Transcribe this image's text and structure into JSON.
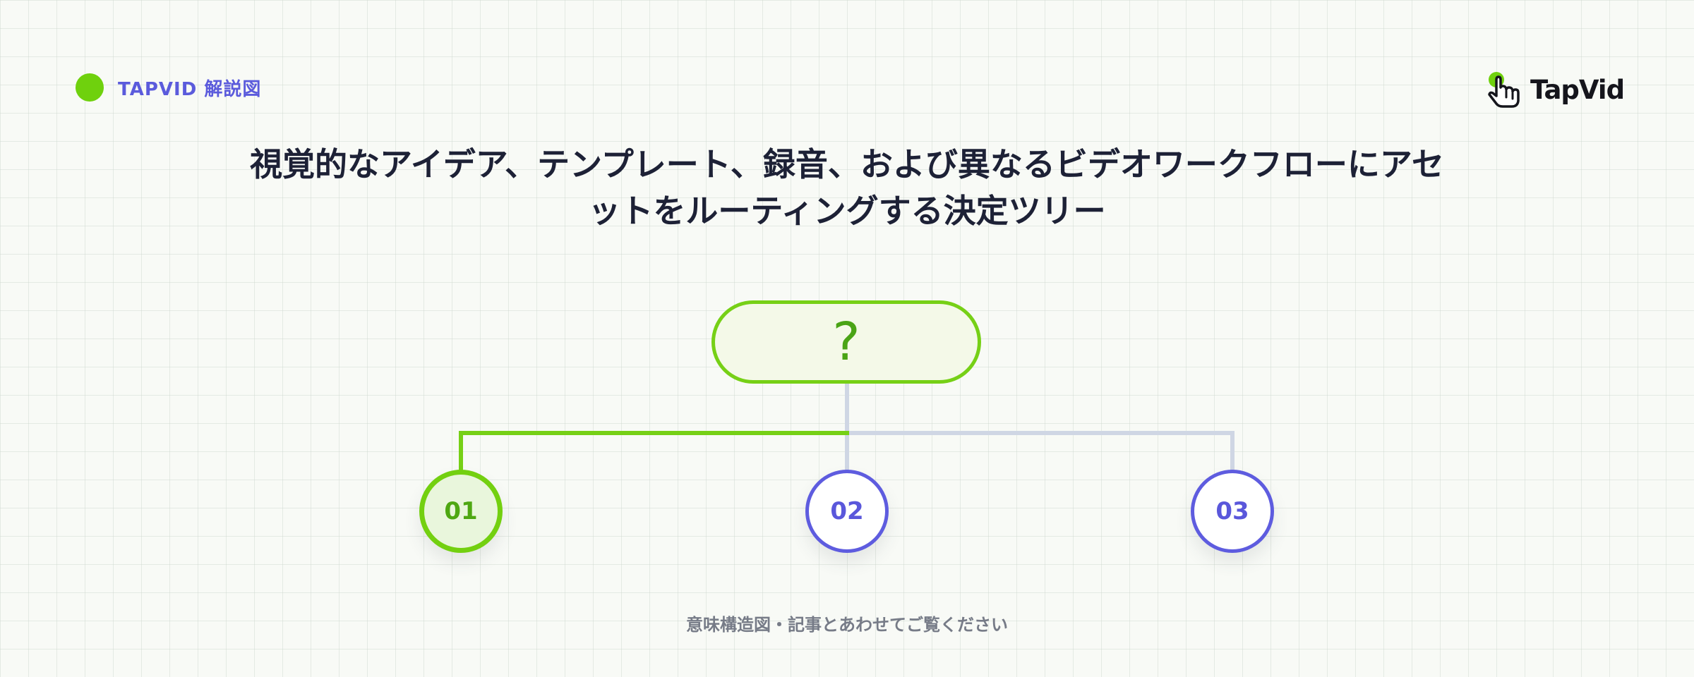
{
  "header": {
    "tag_label": "TAPVID 解説図",
    "brand_name": "TapVid"
  },
  "title_lines": [
    "視覚的なアイデア、テンプレート、録音、および異なるビデオワークフローにアセ",
    "ットをルーティングする決定ツリー"
  ],
  "diagram": {
    "root_label": "?",
    "leaves": [
      {
        "label": "01",
        "active": true
      },
      {
        "label": "02",
        "active": false
      },
      {
        "label": "03",
        "active": false
      }
    ],
    "colors": {
      "active": "#76d016",
      "inactive_node": "#5e5cdf",
      "inactive_line": "#cfd6e4"
    }
  },
  "footer": {
    "caption": "意味構造図・記事とあわせてご覧ください"
  }
}
